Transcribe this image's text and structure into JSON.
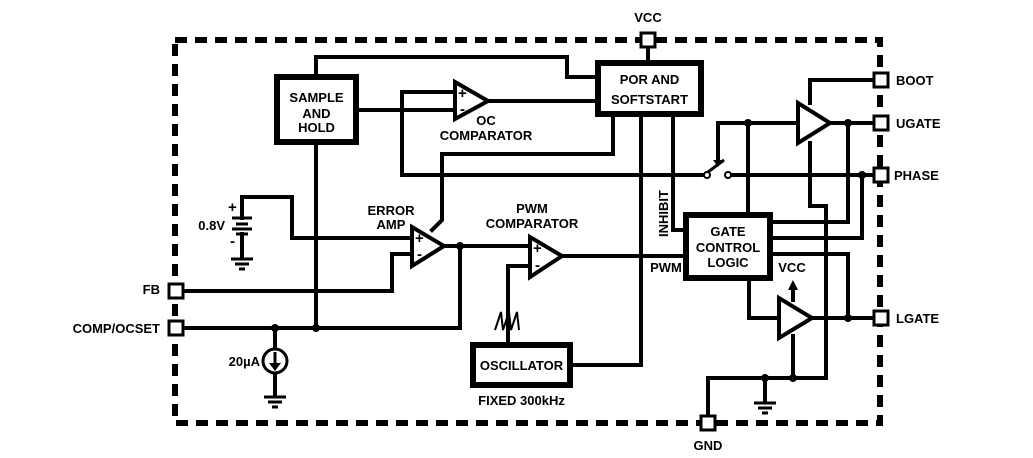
{
  "diagram": {
    "type": "block-diagram",
    "blocks": {
      "sample_hold": [
        "SAMPLE",
        "AND",
        "HOLD"
      ],
      "por_softstart": [
        "POR AND",
        "SOFTSTART"
      ],
      "gate_control": [
        "GATE",
        "CONTROL",
        "LOGIC"
      ],
      "oscillator": "OSCILLATOR",
      "oscillator_note": "FIXED 300kHz"
    },
    "amplifiers": {
      "oc_comparator": [
        "OC",
        "COMPARATOR"
      ],
      "error_amp": [
        "ERROR",
        "AMP"
      ],
      "pwm_comparator": [
        "PWM",
        "COMPARATOR"
      ],
      "plus": "+",
      "minus": "-"
    },
    "pins": {
      "vcc": "VCC",
      "boot": "BOOT",
      "ugate": "UGATE",
      "phase": "PHASE",
      "lgate": "LGATE",
      "gnd": "GND",
      "fb": "FB",
      "comp_ocset": "COMP/OCSET"
    },
    "signals": {
      "inhibit": "INHIBIT",
      "pwm": "PWM",
      "vcc_internal": "VCC"
    },
    "sources": {
      "reference_voltage": "0.8V",
      "current_source": "20µA",
      "plus": "+",
      "minus": "-"
    }
  }
}
